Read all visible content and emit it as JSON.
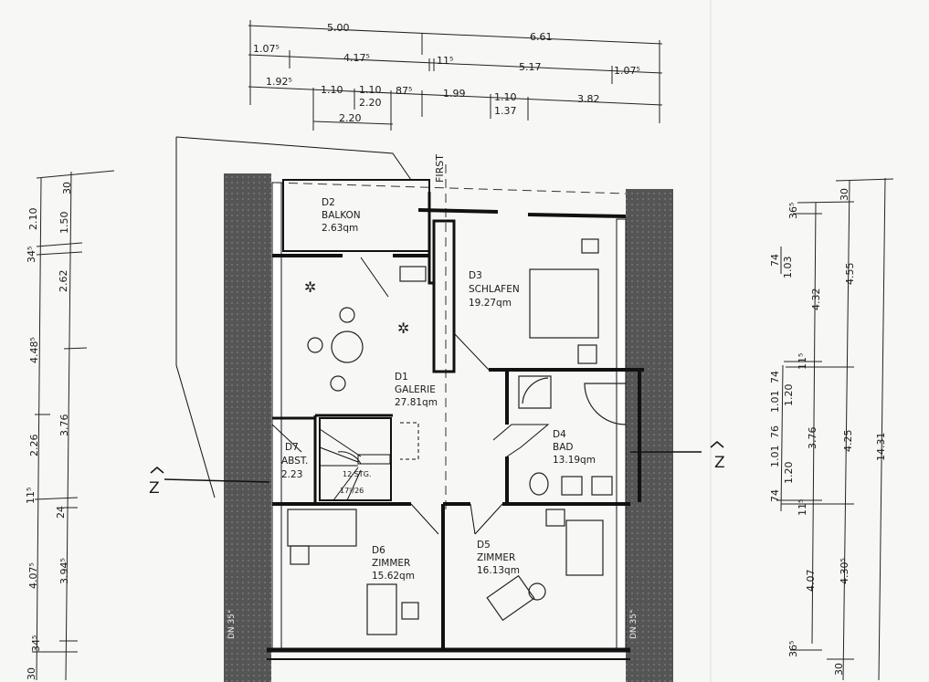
{
  "rooms": [
    {
      "id": "D1",
      "name": "GALERIE",
      "area": "27.81qm"
    },
    {
      "id": "D2",
      "name": "BALKON",
      "area": "2.63qm"
    },
    {
      "id": "D3",
      "name": "SCHLAFEN",
      "area": "19.27qm"
    },
    {
      "id": "D4",
      "name": "BAD",
      "area": "13.19qm"
    },
    {
      "id": "D5",
      "name": "ZIMMER",
      "area": "16.13qm"
    },
    {
      "id": "D6",
      "name": "ZIMMER",
      "area": "15.62qm"
    },
    {
      "id": "D7",
      "name": "ABST.",
      "area": "2.23"
    }
  ],
  "labels": {
    "ridge": "FIRST",
    "stair_steps": "12 STG.",
    "stair_ratio": "17⁵/26",
    "roof_left": "DN 35°",
    "roof_right": "DN 35°",
    "section_left": "Z",
    "section_right": "Z"
  },
  "dimensions": {
    "top": [
      "5.00",
      "6.61",
      "1.07⁵",
      "4.17⁵",
      "11⁵",
      "5.17",
      "1.07⁵",
      "1.92⁵",
      "1.10",
      "1.10",
      "2.20",
      "87⁵",
      "1.99",
      "1.10",
      "1.37",
      "3.82",
      "2.20"
    ],
    "left": [
      "30",
      "2.10",
      "1.50",
      "34⁵",
      "2.62",
      "4.48⁵",
      "3.76",
      "2.26",
      "11⁵",
      "24",
      "4.07⁵",
      "3.94⁵",
      "34⁵",
      "30"
    ],
    "right": [
      "30",
      "36⁵",
      "74",
      "1.03",
      "4.32",
      "4.55",
      "11⁵",
      "74",
      "1.01",
      "76",
      "1.01",
      "74",
      "1.20",
      "1.20",
      "3.76",
      "4.25",
      "14.31",
      "11⁵",
      "4.07",
      "4.30⁵",
      "36⁵",
      "30"
    ]
  }
}
